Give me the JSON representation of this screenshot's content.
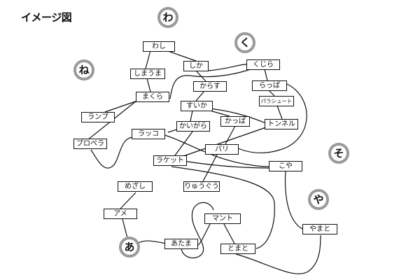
{
  "title": "イメージ図",
  "nodes": {
    "wa": "わ",
    "ne": "ね",
    "ku": "く",
    "so": "そ",
    "ya": "や",
    "a": "あ"
  },
  "boxes": {
    "washi": "わし",
    "shimauma": "しまうま",
    "shika": "しか",
    "kujira": "くじら",
    "makura": "まくら",
    "karasu": "からす",
    "rappa": "らっぱ",
    "suika": "すいか",
    "parachute": "パラシュート",
    "lamp": "ランプ",
    "kaigara": "かいがら",
    "kappa": "かっぱ",
    "tunnel": "トンネル",
    "rakko": "ラッコ",
    "propeller": "プロペラ",
    "pari": "パリ",
    "racket": "ラケット",
    "koya": "こや",
    "medaka": "めざし",
    "ryuuguu": "りゅうぐう",
    "ame": "アメ",
    "mant": "マント",
    "yamato": "やまと",
    "atama": "あたま",
    "tomato": "とまと"
  }
}
